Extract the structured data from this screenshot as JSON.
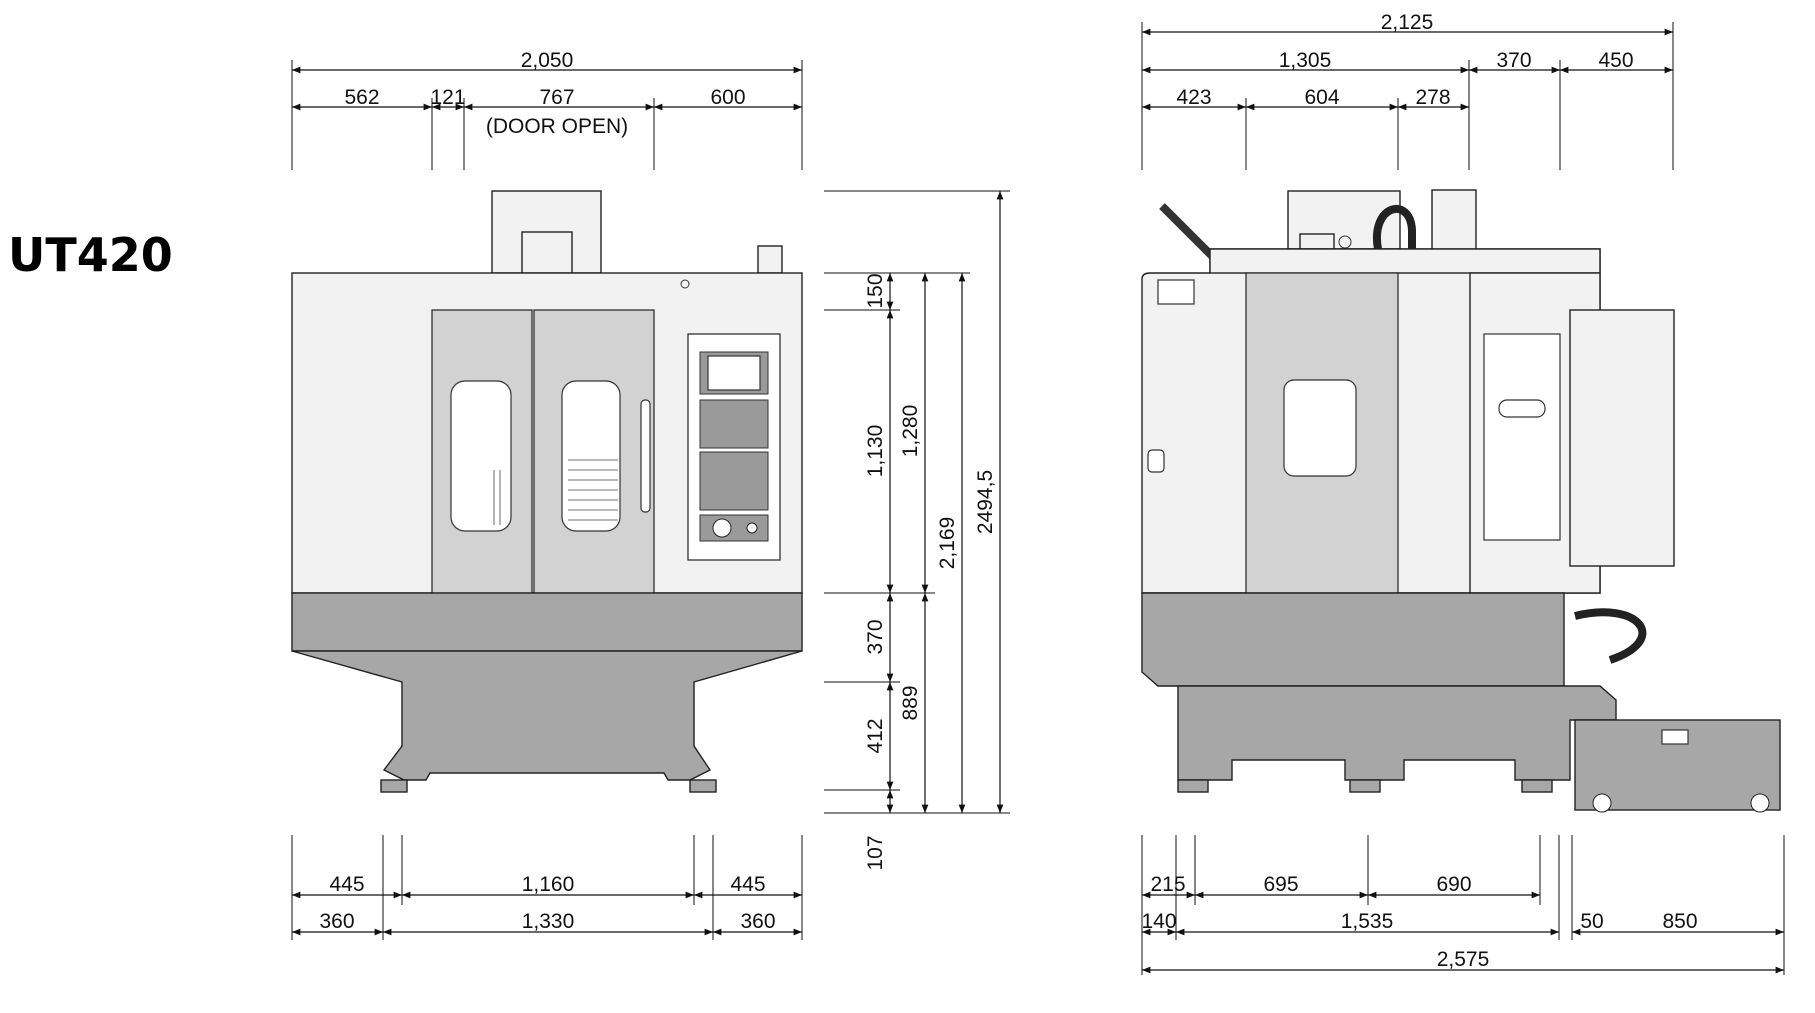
{
  "title": "UT420",
  "front_view": {
    "top_total": "2,050",
    "top_segments": [
      "562",
      "121",
      "767",
      "600"
    ],
    "door_note": "(DOOR OPEN)",
    "vertical": [
      "150",
      "1,130",
      "1,280",
      "2,169",
      "2494,5",
      "370",
      "889",
      "412",
      "107"
    ],
    "bottom_row1": [
      "445",
      "1,160",
      "445"
    ],
    "bottom_row2": [
      "360",
      "1,330",
      "360"
    ]
  },
  "side_view": {
    "top_total": "2,125",
    "top_row2": [
      "1,305",
      "370",
      "450"
    ],
    "top_row3": [
      "423",
      "604",
      "278"
    ],
    "bottom_row1": [
      "215",
      "695",
      "690"
    ],
    "bottom_row2": [
      "140",
      "1,535",
      "50",
      "850"
    ],
    "bottom_total": "2,575"
  },
  "colors": {
    "base": "#a7a7a7",
    "door": "#d2d2d2",
    "body": "#f2f2f2"
  }
}
